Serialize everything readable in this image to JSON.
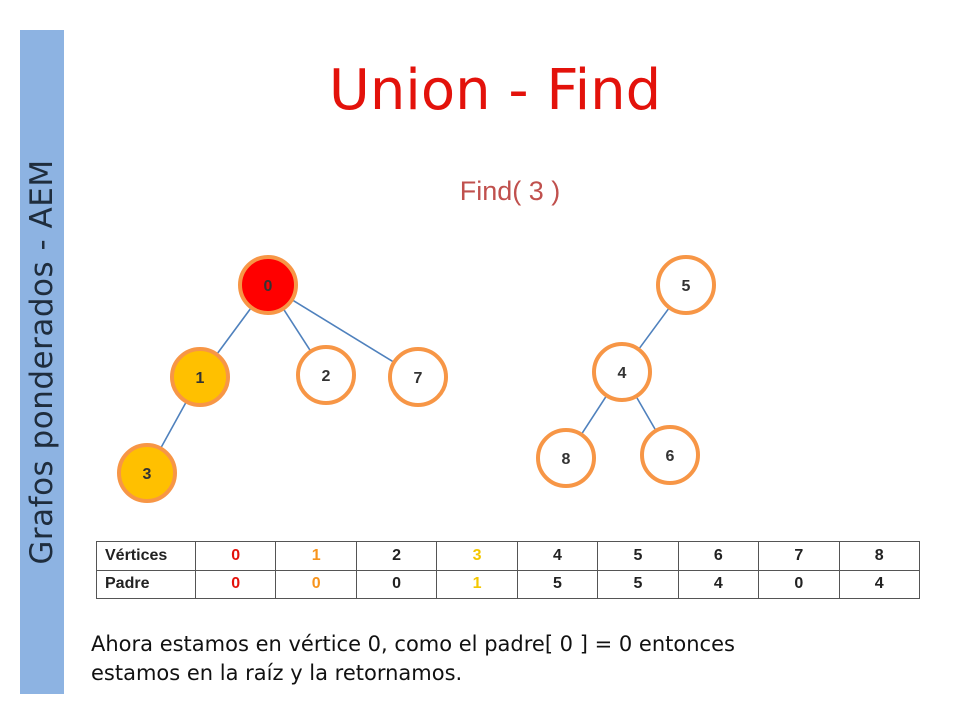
{
  "sidebar": {
    "text": "Grafos ponderados - AEM"
  },
  "slide": {
    "title": "Union - Find",
    "subtitle": "Find( 3 )"
  },
  "tree": {
    "nodes": [
      {
        "id": "0",
        "label": "0",
        "fill": "#ff0000"
      },
      {
        "id": "1",
        "label": "1",
        "fill": "#ffc000"
      },
      {
        "id": "2",
        "label": "2",
        "fill": "#ffffff"
      },
      {
        "id": "7",
        "label": "7",
        "fill": "#ffffff"
      },
      {
        "id": "3",
        "label": "3",
        "fill": "#ffc000"
      },
      {
        "id": "5",
        "label": "5",
        "fill": "#ffffff"
      },
      {
        "id": "4",
        "label": "4",
        "fill": "#ffffff"
      },
      {
        "id": "8",
        "label": "8",
        "fill": "#ffffff"
      },
      {
        "id": "6",
        "label": "6",
        "fill": "#ffffff"
      }
    ],
    "edges": [
      [
        "0",
        "1"
      ],
      [
        "0",
        "2"
      ],
      [
        "0",
        "7"
      ],
      [
        "1",
        "3"
      ],
      [
        "5",
        "4"
      ],
      [
        "4",
        "8"
      ],
      [
        "4",
        "6"
      ]
    ],
    "node_border_color": "#f79646",
    "edge_color": "#4f81bd"
  },
  "table": {
    "row_headers": [
      "Vértices",
      "Padre"
    ],
    "vertices": [
      "0",
      "1",
      "2",
      "3",
      "4",
      "5",
      "6",
      "7",
      "8"
    ],
    "parents": [
      "0",
      "0",
      "0",
      "1",
      "5",
      "5",
      "4",
      "0",
      "4"
    ],
    "highlight_colors": [
      "red",
      "orange",
      "",
      "yellow",
      "",
      "",
      "",
      "",
      ""
    ]
  },
  "caption": {
    "line1": "Ahora estamos en vértice 0, como el padre[ 0 ] = 0 entonces",
    "line2": "estamos en la raíz y la retornamos."
  }
}
